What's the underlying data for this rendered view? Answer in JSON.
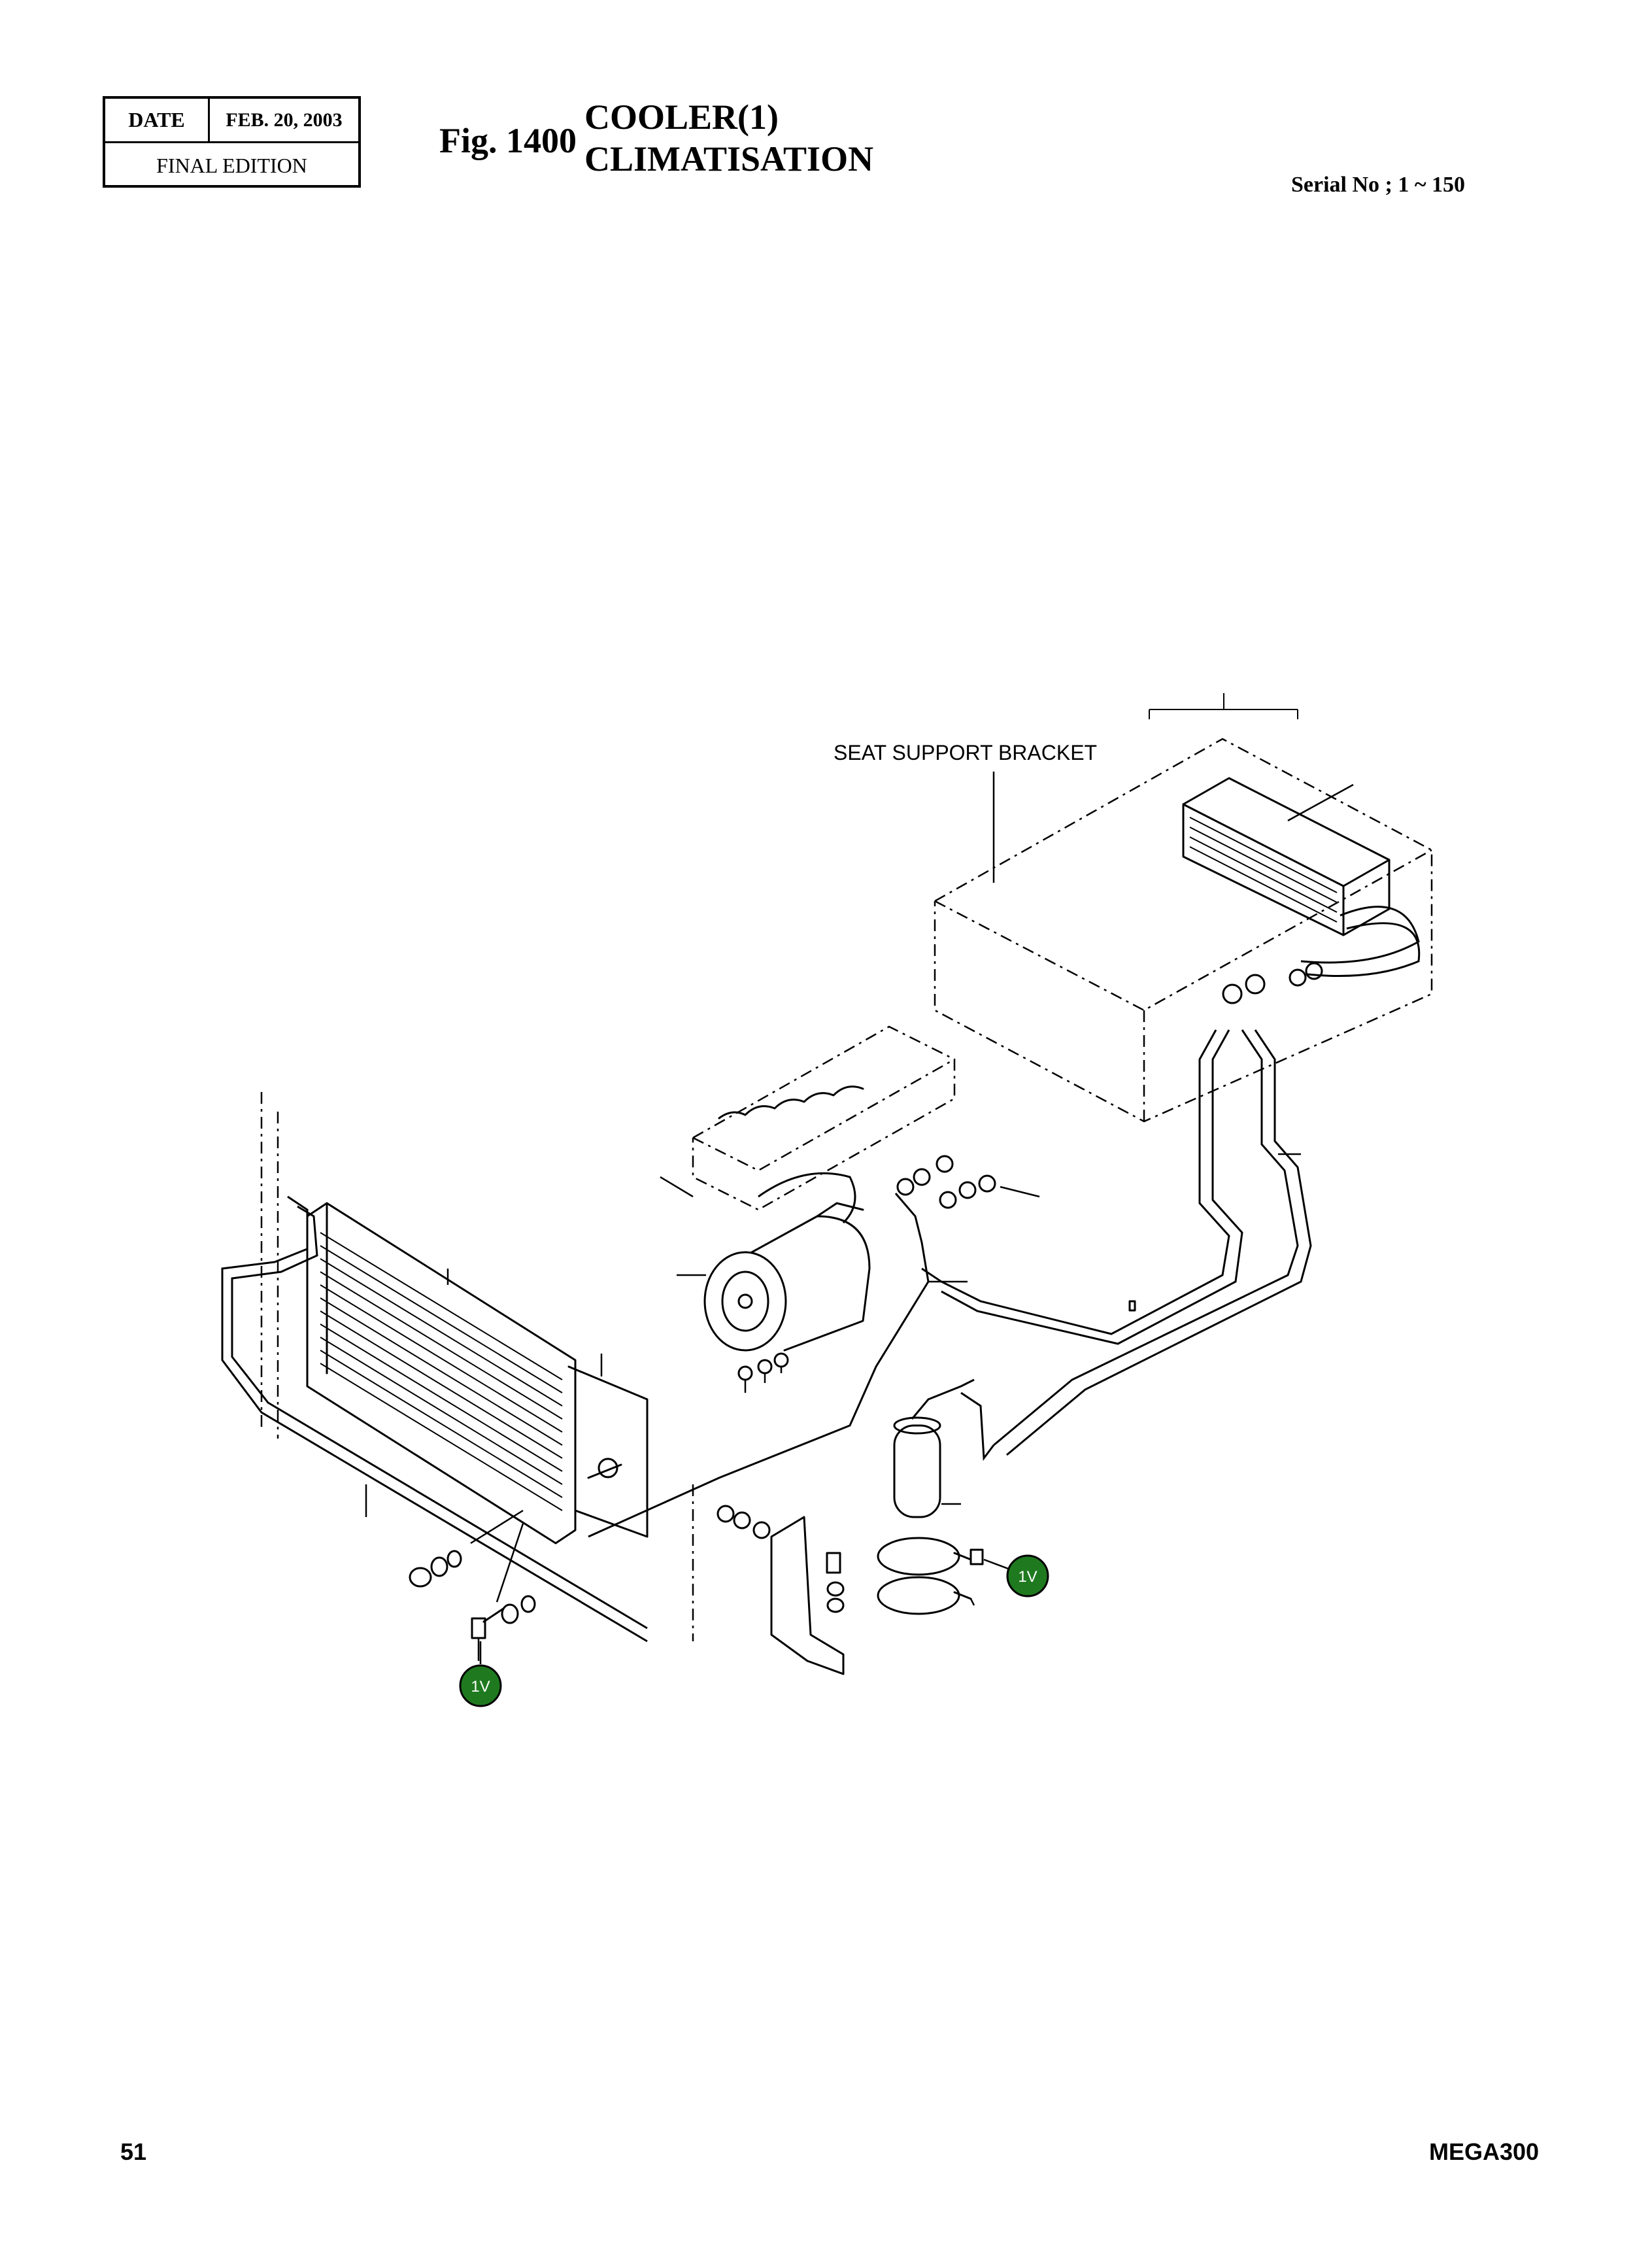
{
  "header": {
    "date_label": "DATE",
    "date_value": "FEB. 20, 2003",
    "edition": "FINAL EDITION",
    "fig_number": "Fig. 1400",
    "title_line1": "COOLER(1)",
    "title_line2": "CLIMATISATION",
    "serial": "Serial No ; 1 ~ 150"
  },
  "diagram": {
    "label_seat_bracket": "SEAT SUPPORT BRACKET",
    "callouts": [
      {
        "label": "1V"
      },
      {
        "label": "1V"
      }
    ],
    "colors": {
      "callout_fill": "#1f7a1f",
      "line": "#000000"
    }
  },
  "footer": {
    "page_number": "51",
    "model": "MEGA300"
  }
}
